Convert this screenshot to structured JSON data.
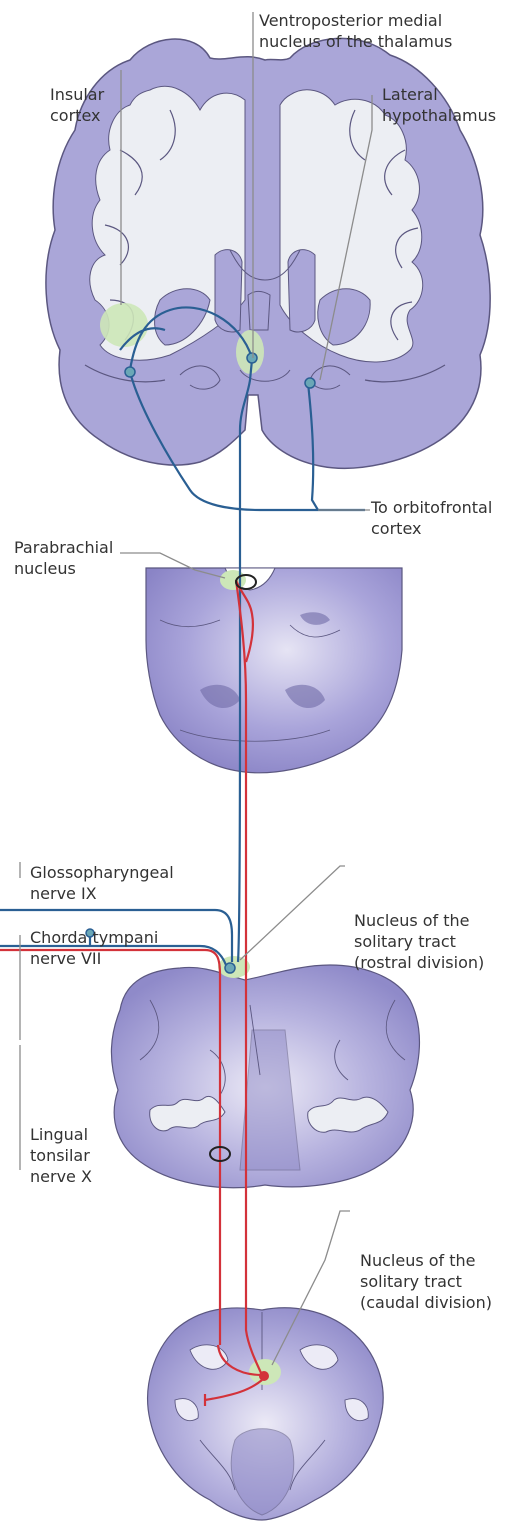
{
  "labels": {
    "vpm": "Ventroposterior medial\nnucleus of the thalamus",
    "insular": "Insular\ncortex",
    "lateral_hypo": "Lateral\nhypothalamus",
    "orbitofrontal": "To orbitofrontal\ncortex",
    "parabrachial": "Parabrachial\nnucleus",
    "glosso": "Glossopharyngeal\nnerve IX",
    "chorda": "Chorda tympani\nnerve VII",
    "nts_rostral": "Nucleus of the\nsolitary tract\n(rostral division)",
    "lingual": "Lingual\ntonsilar\nnerve X",
    "nts_caudal": "Nucleus of the\nsolitary tract\n(caudal division)"
  },
  "colors": {
    "tissue": "#aaa6d8",
    "tissue_dark": "#8e89c6",
    "white_matter": "#eceef3",
    "outline": "#5b5780",
    "blue_pathway": "#2a5f93",
    "red_pathway": "#d3323a",
    "green_nucleus": "#cde7b8",
    "label_line": "#8c8c8c"
  }
}
